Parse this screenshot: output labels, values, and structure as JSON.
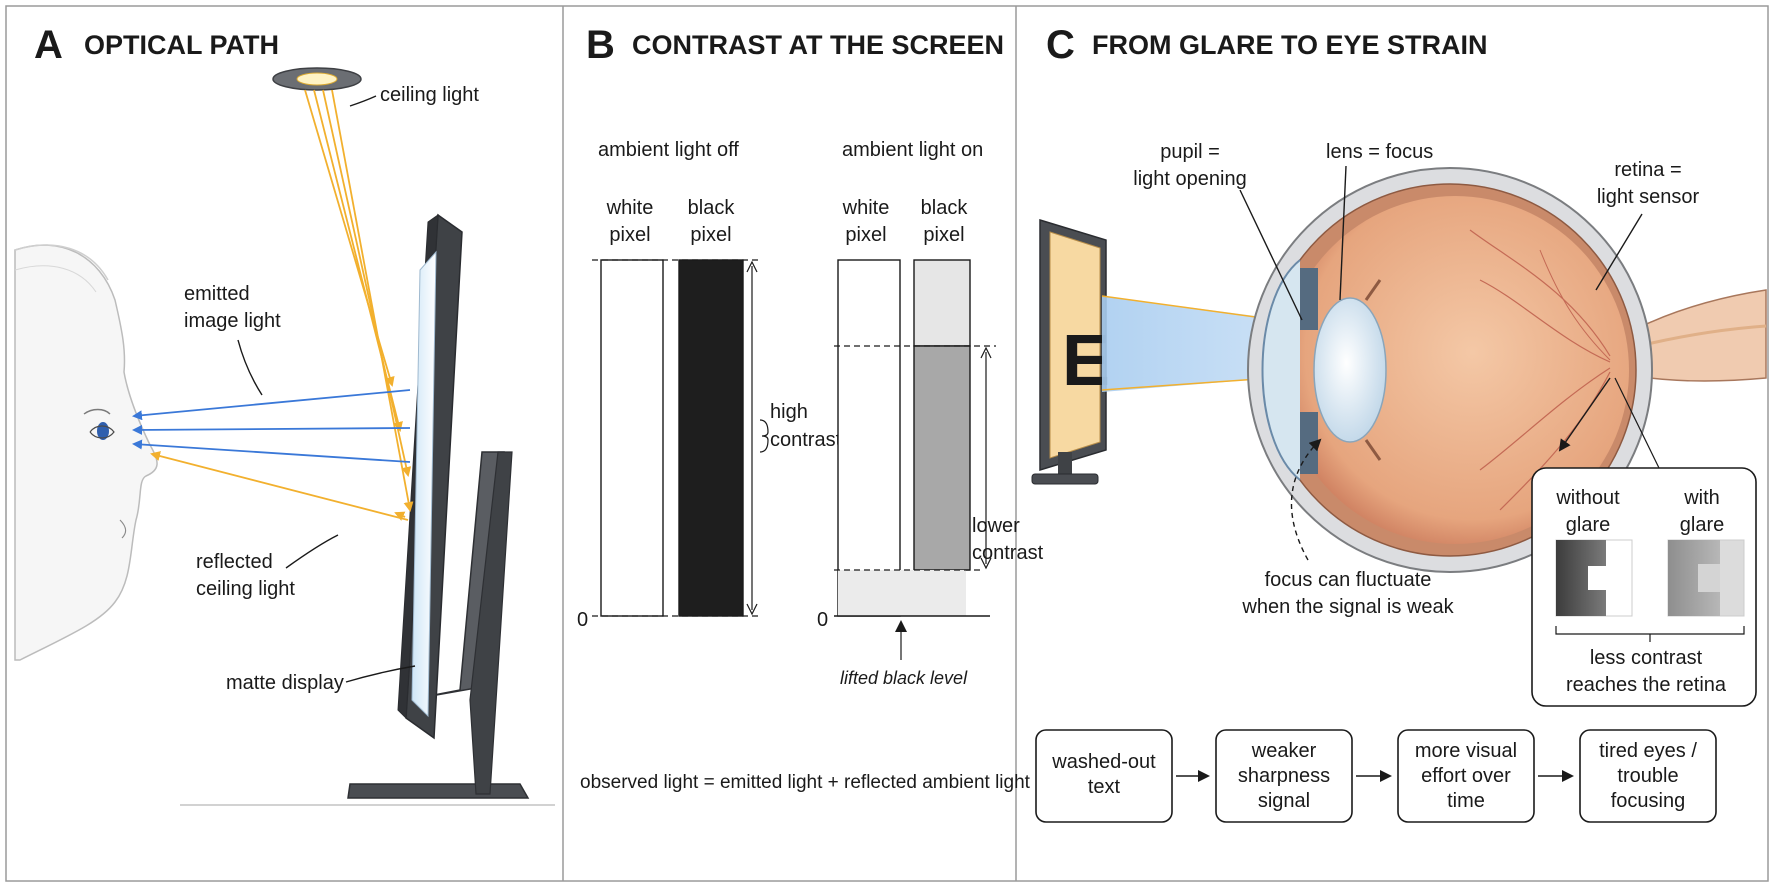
{
  "panel_a": {
    "letter": "A",
    "title": "OPTICAL PATH",
    "ceiling_light": "ceiling light",
    "emitted_1": "emitted",
    "emitted_2": "image light",
    "reflected_1": "reflected",
    "reflected_2": "ceiling light",
    "matte_display": "matte display"
  },
  "panel_b": {
    "letter": "B",
    "title": "CONTRAST AT THE SCREEN",
    "off_title": "ambient light off",
    "on_title": "ambient light on",
    "white_1": "white",
    "white_2": "pixel",
    "black_1": "black",
    "black_2": "pixel",
    "zero": "0",
    "high_1": "high",
    "high_2": "contrast",
    "lower_1": "lower",
    "lower_2": "contrast",
    "lifted": "lifted black level",
    "formula": "observed light  =  emitted light  +  reflected ambient light"
  },
  "panel_c": {
    "letter": "C",
    "title": "FROM GLARE TO EYE STRAIN",
    "pupil_1": "pupil =",
    "pupil_2": "light opening",
    "lens": "lens = focus",
    "retina_1": "retina =",
    "retina_2": "light sensor",
    "focus_1": "focus can fluctuate",
    "focus_2": "when the signal is weak",
    "chart_letter": "E",
    "without_1": "without",
    "without_2": "glare",
    "with_1": "with",
    "with_2": "glare",
    "less_1": "less contrast",
    "less_2": "reaches the retina",
    "flow": [
      [
        "washed-out",
        "text"
      ],
      [
        "weaker",
        "sharpness",
        "signal"
      ],
      [
        "more visual",
        "effort over",
        "time"
      ],
      [
        "tired eyes /",
        "trouble",
        "focusing"
      ]
    ]
  },
  "colors": {
    "emitted": "#3a78d8",
    "reflected": "#f2b02e",
    "monitor": "#4a4d52",
    "eye": "#e9b089",
    "border": "#9a9a9a"
  }
}
